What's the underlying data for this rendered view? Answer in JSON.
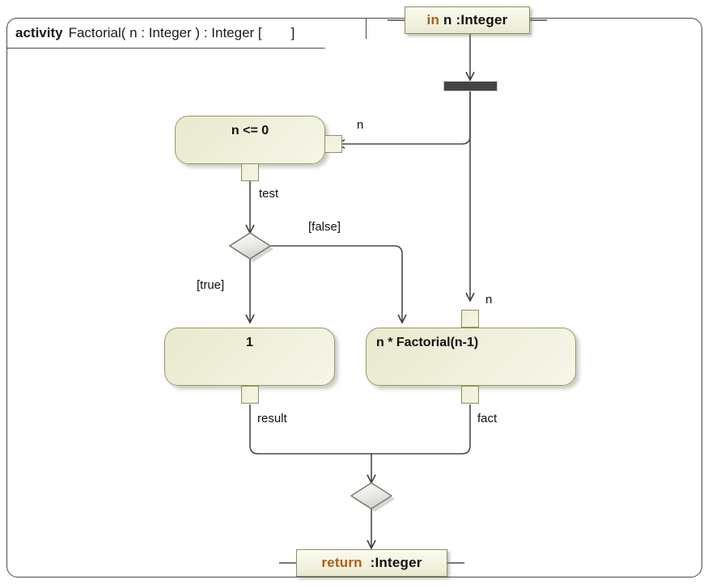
{
  "frame": {
    "keyword": "activity",
    "signature": "Factorial( n : Integer ) : Integer [",
    "bracket_close": "]",
    "icon": "activity-diagram-icon"
  },
  "nodes": {
    "in_param": {
      "keyword": "in",
      "name": "n",
      "separator": ":",
      "type": "Integer"
    },
    "return_param": {
      "keyword": "return",
      "separator": ":",
      "type": "Integer"
    },
    "action_test": {
      "label": "n <= 0"
    },
    "action_base": {
      "label": "1"
    },
    "action_recurse": {
      "label": "n * Factorial(n-1)"
    }
  },
  "pins": {
    "test_input_n": "n",
    "test_output": "test",
    "recurse_input_n": "n",
    "base_output": "result",
    "recurse_output": "fact"
  },
  "edges": {
    "guard_true": "[true]",
    "guard_false": "[false]"
  },
  "colors": {
    "frame_border": "#4a4a4a",
    "node_border": "#9a9a5e",
    "node_fill": "#eeeed8",
    "param_fill": "#f2f2df",
    "keyword": "#b35c12",
    "fork_bar": "#444444",
    "edge_line": "#4a4a4a",
    "decision_fill": "#e3e3e0"
  }
}
